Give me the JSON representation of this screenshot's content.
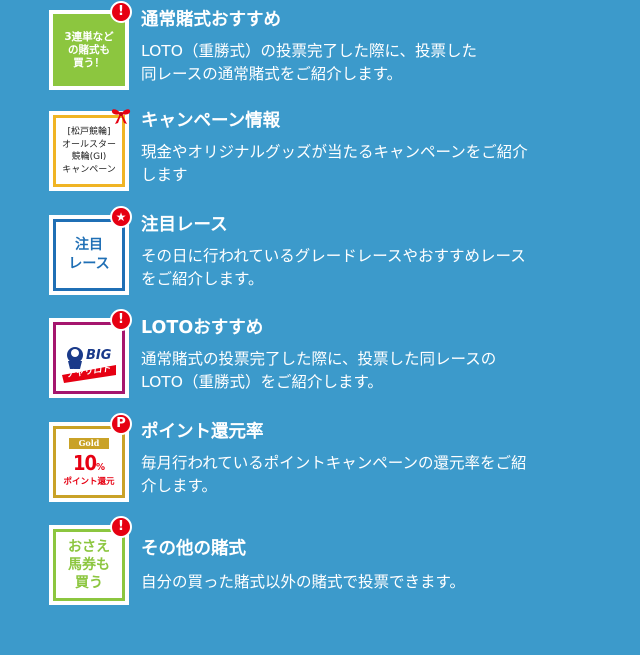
{
  "colors": {
    "background": "#3c9acb",
    "badge_red": "#e60012",
    "green": "#8cc63f",
    "yellow": "#f0b423",
    "blue": "#1f6fb5",
    "magenta": "#a5166e",
    "gold": "#c9a227"
  },
  "items": [
    {
      "title": "通常賭式おすすめ",
      "desc_lines": [
        "LOTO（重勝式）の投票完了した際に、投票した",
        "同レースの通常賭式をご紹介します。"
      ],
      "thumb_lines": [
        "3連単など",
        "の賭式も",
        "買う！"
      ],
      "badge": "!",
      "icon": "exclamation-badge-icon"
    },
    {
      "title": "キャンペーン情報",
      "desc_lines": [
        "現金やオリジナルグッズが当たるキャンペーンをご紹介",
        "します"
      ],
      "thumb_lines": [
        "[松戸競輪]",
        "オールスター",
        "競輪(GⅠ)",
        "キャンペーン"
      ],
      "icon": "ribbon-icon"
    },
    {
      "title": "注目レース",
      "desc_lines": [
        "その日に行われているグレードレースやおすすめレース",
        "をご紹介します。"
      ],
      "thumb_lines": [
        "注目",
        "レース"
      ],
      "badge": "★",
      "icon": "star-badge-icon"
    },
    {
      "title": "LOTOおすすめ",
      "desc_lines": [
        "通常賭式の投票完了した際に、投票した同レースの",
        "LOTO（重勝式）をご紹介します。"
      ],
      "thumb_logo": {
        "top": "BIG",
        "bottom": "チャリロト"
      },
      "badge": "!",
      "icon": "exclamation-badge-icon"
    },
    {
      "title": "ポイント還元率",
      "desc_lines": [
        "毎月行われているポイントキャンペーンの還元率をご紹",
        "介します。"
      ],
      "thumb_gold": "Gold",
      "thumb_pct": "10",
      "thumb_pct_unit": "%",
      "thumb_sub": "ポイント還元",
      "badge": "P",
      "icon": "p-badge-icon"
    },
    {
      "title": "その他の賭式",
      "desc_lines": [
        "自分の買った賭式以外の賭式で投票できます。"
      ],
      "thumb_lines": [
        "おさえ",
        "馬券も",
        "買う"
      ],
      "badge": "!",
      "icon": "exclamation-badge-icon"
    }
  ]
}
